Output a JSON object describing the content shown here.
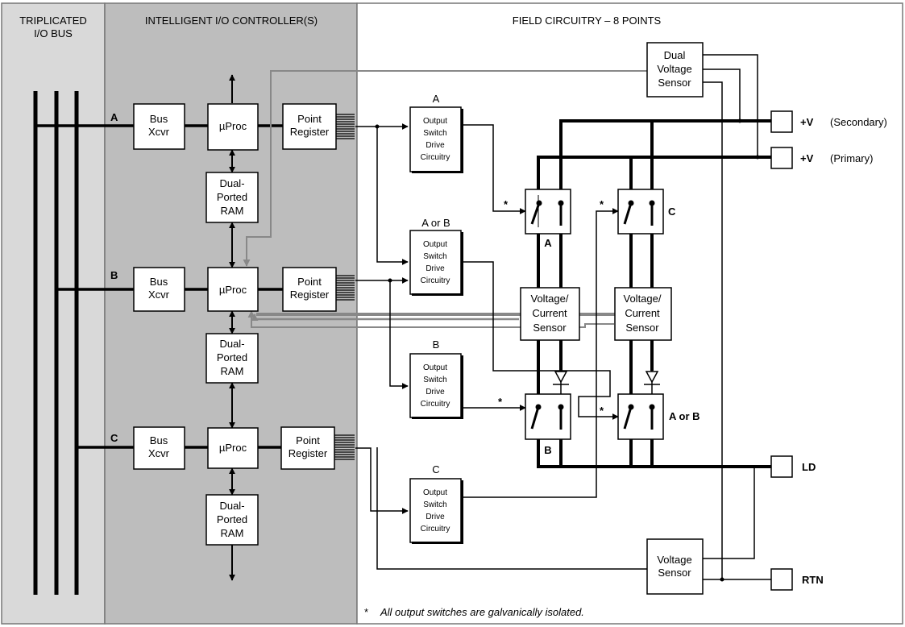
{
  "headers": {
    "bus": [
      "TRIPLICATED",
      "I/O BUS"
    ],
    "controller": "INTELLIGENT I/O CONTROLLER(S)",
    "field": "FIELD CIRCUITRY – 8 POINTS"
  },
  "channels": {
    "a": "A",
    "b": "B",
    "c": "C"
  },
  "labels": {
    "bus_xcvr": [
      "Bus",
      "Xcvr"
    ],
    "uproc": "µProc",
    "point_register": [
      "Point",
      "Register"
    ],
    "dual_ported_ram": [
      "Dual-",
      "Ported",
      "RAM"
    ],
    "output_drive": [
      "Output",
      "Switch",
      "Drive",
      "Circuitry"
    ],
    "drive_titles": [
      "A",
      "A  or  B",
      "B",
      "C"
    ],
    "voltage_current_sensor": [
      "Voltage/",
      "Current",
      "Sensor"
    ],
    "dual_voltage_sensor": [
      "Dual",
      "Voltage",
      "Sensor"
    ],
    "voltage_sensor": [
      "Voltage",
      "Sensor"
    ],
    "switch_a": "A",
    "switch_b": "B",
    "switch_c": "C",
    "switch_ab": "A or B",
    "asterisk": "*"
  },
  "terminals": {
    "v_secondary": {
      "name": "+V",
      "note": "(Secondary)"
    },
    "v_primary": {
      "name": "+V",
      "note": "(Primary)"
    },
    "ld": {
      "name": "LD"
    },
    "rtn": {
      "name": "RTN"
    }
  },
  "footnote": {
    "star": "*",
    "text": "All output switches are galvanically isolated."
  }
}
